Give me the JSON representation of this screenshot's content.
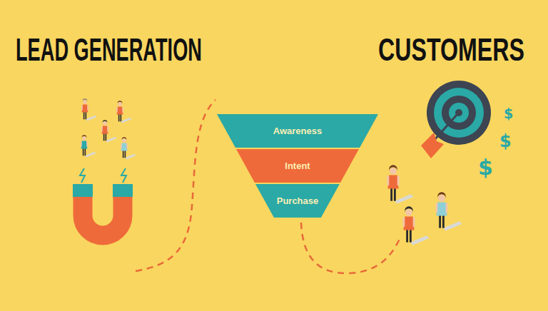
{
  "diagram": {
    "nodes": [
      {
        "text": [
          "Awareness"
        ]
      },
      {
        "text": [
          "Intent"
        ]
      },
      {
        "text": [
          "Purchase"
        ]
      }
    ],
    "labels": [
      "LEAD GENERATION",
      "CUSTOMERS",
      "$",
      "$",
      "$"
    ]
  }
}
